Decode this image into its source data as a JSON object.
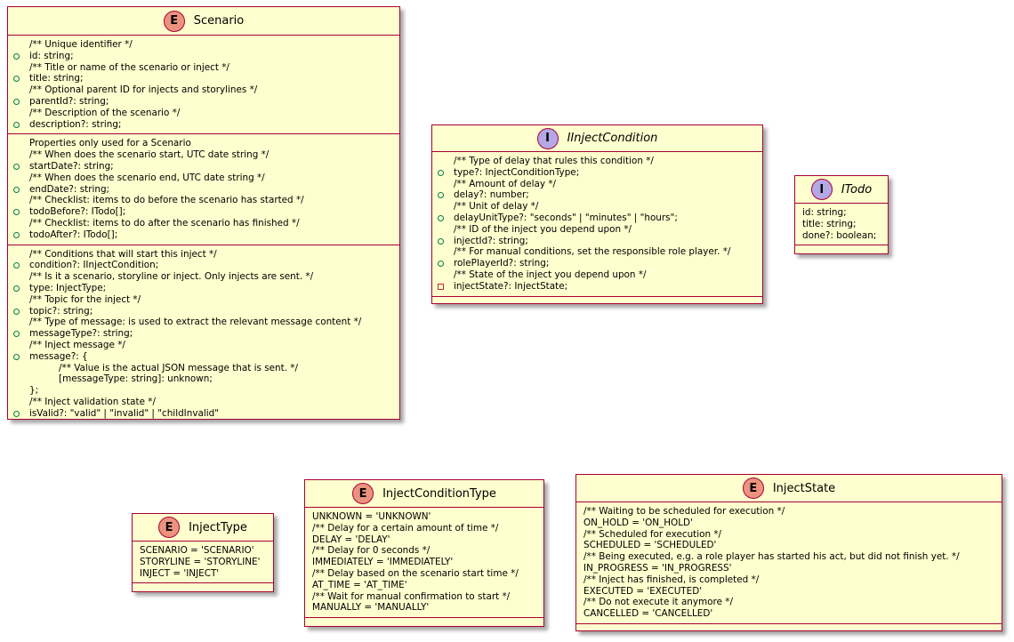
{
  "scenario": {
    "title": "Scenario",
    "badge": "E",
    "sections": [
      [
        {
          "text": "/** Unique identifier */",
          "v": ""
        },
        {
          "text": "id: string;",
          "v": "pub"
        },
        {
          "text": "/** Title or name of the scenario or inject */",
          "v": ""
        },
        {
          "text": "title: string;",
          "v": "pub"
        },
        {
          "text": "/** Optional parent ID for injects and storylines */",
          "v": ""
        },
        {
          "text": "parentId?: string;",
          "v": "pub"
        },
        {
          "text": "/** Description of the scenario */",
          "v": ""
        },
        {
          "text": "description?: string;",
          "v": "pub"
        }
      ],
      [
        {
          "text": "Properties only used for a Scenario",
          "v": ""
        },
        {
          "text": "/** When does the scenario start, UTC date string */",
          "v": ""
        },
        {
          "text": "startDate?: string;",
          "v": "pub"
        },
        {
          "text": "/** When does the scenario end, UTC date string */",
          "v": ""
        },
        {
          "text": "endDate?: string;",
          "v": "pub"
        },
        {
          "text": "/** Checklist: items to do before the scenario has started */",
          "v": ""
        },
        {
          "text": "todoBefore?: ITodo[];",
          "v": "pub"
        },
        {
          "text": "/** Checklist: items to do after the scenario has finished */",
          "v": ""
        },
        {
          "text": "todoAfter?: ITodo[];",
          "v": "pub"
        }
      ],
      [
        {
          "text": "/** Conditions that will start this inject */",
          "v": ""
        },
        {
          "text": "condition?: IInjectCondition;",
          "v": "pub"
        },
        {
          "text": "/** Is it a scenario, storyline or inject. Only injects are sent. */",
          "v": ""
        },
        {
          "text": "type: InjectType;",
          "v": "pub"
        },
        {
          "text": "/** Topic for the inject */",
          "v": ""
        },
        {
          "text": "topic?: string;",
          "v": "pub"
        },
        {
          "text": "/** Type of message: is used to extract the relevant message content */",
          "v": ""
        },
        {
          "text": "messageType?: string;",
          "v": "pub"
        },
        {
          "text": "/** Inject message */",
          "v": ""
        },
        {
          "text": "message?: {",
          "v": "pub"
        },
        {
          "text": "          /** Value is the actual JSON message that is sent. */",
          "v": ""
        },
        {
          "text": "          [messageType: string]: unknown;",
          "v": ""
        },
        {
          "text": "};",
          "v": ""
        },
        {
          "text": "/** Inject validation state */",
          "v": ""
        },
        {
          "text": "isValid?: \"valid\" | \"invalid\" | \"childInvalid\"",
          "v": "pub"
        }
      ]
    ]
  },
  "iinjectcondition": {
    "title": "IInjectCondition",
    "badge": "I",
    "sections": [
      [
        {
          "text": "/** Type of delay that rules this condition */",
          "v": ""
        },
        {
          "text": "type?: InjectConditionType;",
          "v": "pub"
        },
        {
          "text": "/** Amount of delay */",
          "v": ""
        },
        {
          "text": "delay?: number;",
          "v": "pub"
        },
        {
          "text": "/** Unit of delay */",
          "v": ""
        },
        {
          "text": "delayUnitType?: \"seconds\" | \"minutes\" | \"hours\";",
          "v": "pub"
        },
        {
          "text": "/** ID of the inject you depend upon */",
          "v": ""
        },
        {
          "text": "injectId?: string;",
          "v": "pub"
        },
        {
          "text": "/** For manual conditions, set the responsible role player. */",
          "v": ""
        },
        {
          "text": "rolePlayerId?: string;",
          "v": "pub"
        },
        {
          "text": "/** State of the inject you depend upon */",
          "v": ""
        },
        {
          "text": "injectState?: InjectState;",
          "v": "priv"
        }
      ]
    ]
  },
  "itodo": {
    "title": "ITodo",
    "badge": "I",
    "sections": [
      [
        {
          "text": "id: string;",
          "v": ""
        },
        {
          "text": "title: string;",
          "v": ""
        },
        {
          "text": "done?: boolean;",
          "v": ""
        }
      ]
    ]
  },
  "injecttype": {
    "title": "InjectType",
    "badge": "E",
    "sections": [
      [
        {
          "text": "SCENARIO = 'SCENARIO'",
          "v": ""
        },
        {
          "text": "STORYLINE = 'STORYLINE'",
          "v": ""
        },
        {
          "text": "INJECT = 'INJECT'",
          "v": ""
        }
      ]
    ]
  },
  "injectconditiontype": {
    "title": "InjectConditionType",
    "badge": "E",
    "sections": [
      [
        {
          "text": "UNKNOWN = 'UNKNOWN'",
          "v": ""
        },
        {
          "text": "/** Delay for a certain amount of time */",
          "v": ""
        },
        {
          "text": "DELAY = 'DELAY'",
          "v": ""
        },
        {
          "text": "/** Delay for 0 seconds */",
          "v": ""
        },
        {
          "text": "IMMEDIATELY = 'IMMEDIATELY'",
          "v": ""
        },
        {
          "text": "/** Delay based on the scenario start time */",
          "v": ""
        },
        {
          "text": "AT_TIME = 'AT_TIME'",
          "v": ""
        },
        {
          "text": "/** Wait for manual confirmation to start */",
          "v": ""
        },
        {
          "text": "MANUALLY = 'MANUALLY'",
          "v": ""
        }
      ]
    ]
  },
  "injectstate": {
    "title": "InjectState",
    "badge": "E",
    "sections": [
      [
        {
          "text": "/** Waiting to be scheduled for execution */",
          "v": ""
        },
        {
          "text": "ON_HOLD = 'ON_HOLD'",
          "v": ""
        },
        {
          "text": "/** Scheduled for execution */",
          "v": ""
        },
        {
          "text": "SCHEDULED = 'SCHEDULED'",
          "v": ""
        },
        {
          "text": "/** Being executed, e.g. a role player has started his act, but did not finish yet. */",
          "v": ""
        },
        {
          "text": "IN_PROGRESS = 'IN_PROGRESS'",
          "v": ""
        },
        {
          "text": "/** Inject has finished, is completed */",
          "v": ""
        },
        {
          "text": "EXECUTED = 'EXECUTED'",
          "v": ""
        },
        {
          "text": "/** Do not execute it anymore */",
          "v": ""
        },
        {
          "text": "CANCELLED = 'CANCELLED'",
          "v": ""
        }
      ]
    ]
  }
}
